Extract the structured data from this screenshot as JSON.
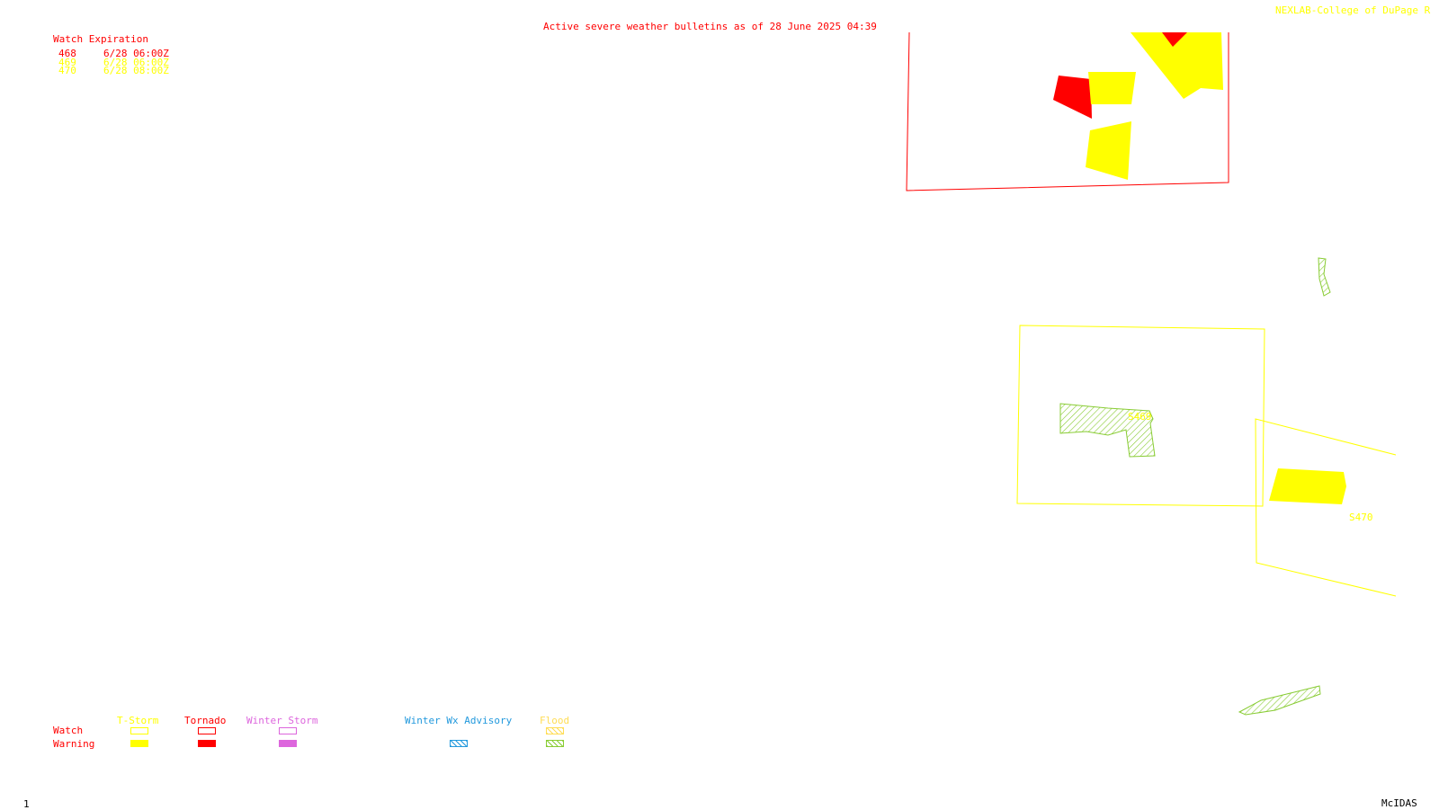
{
  "header": {
    "title": "Active severe weather bulletins as of 28 June 2025 04:39",
    "credit": "NEXLAB-College of DuPage R",
    "title_color": "#ff0000",
    "credit_color": "#ffff00"
  },
  "watch_table": {
    "heading": "Watch Expiration",
    "heading_color": "#ff0000",
    "rows": [
      {
        "id": "468",
        "expires": "6/28 06:00Z",
        "color": "#ff0000"
      },
      {
        "id": "469",
        "expires": "6/28 06:00Z",
        "color": "#ffff00"
      },
      {
        "id": "470",
        "expires": "6/28 08:00Z",
        "color": "#ffff00"
      }
    ]
  },
  "map_labels": {
    "watch_469": "S469",
    "watch_470": "S470"
  },
  "legend": {
    "watch_label": "Watch",
    "warning_label": "Warning",
    "row_label_color": "#ff0000",
    "categories": [
      {
        "name": "T-Storm",
        "color": "#ffff00",
        "style": "solid"
      },
      {
        "name": "Tornado",
        "color": "#ff0000",
        "style": "solid"
      },
      {
        "name": "Winter Storm",
        "color": "#dd66dd",
        "style": "solid"
      },
      {
        "name": "Winter Wx Advisory",
        "color": "#2299dd",
        "style": "hatched"
      },
      {
        "name": "Flood",
        "color": "#ffdd55",
        "style": "hatched",
        "warning_color": "#88cc33"
      }
    ]
  },
  "footer": {
    "frame": "1",
    "software": "McIDAS"
  },
  "colors": {
    "tstorm": "#ffff00",
    "tornado": "#ff0000",
    "flood": "#88cc33"
  }
}
